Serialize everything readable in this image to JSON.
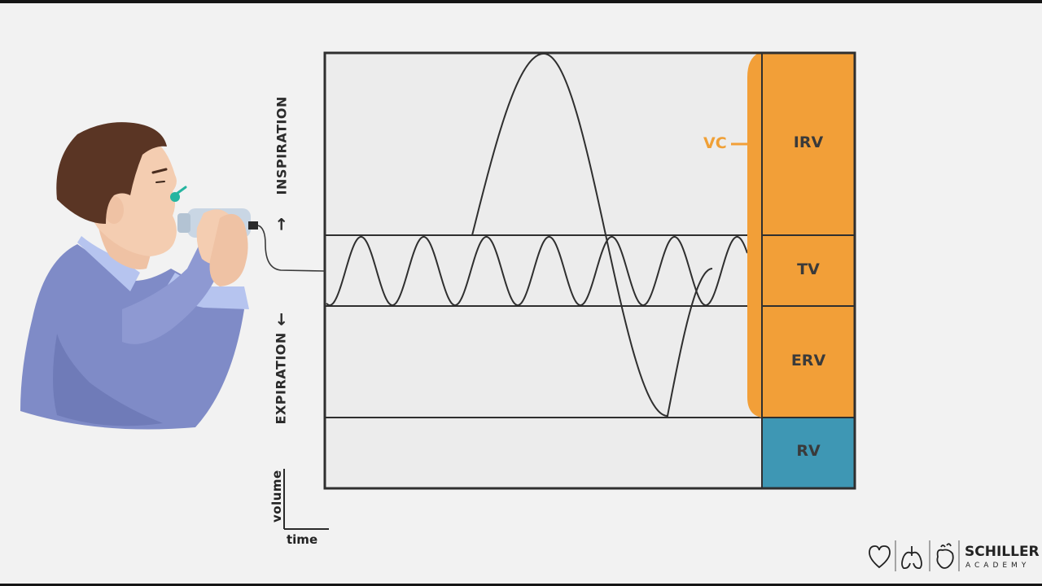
{
  "labels": {
    "inspiration": "INSPIRATION",
    "expiration": "EXPIRATION",
    "arrow_up": "→",
    "arrow_down": "←",
    "volume_axis": "volume",
    "time_axis": "time",
    "vc": "VC"
  },
  "volumes": {
    "irv": "IRV",
    "tv": "TV",
    "erv": "ERV",
    "rv": "RV"
  },
  "brand": {
    "name": "SCHILLER",
    "sub": "ACADEMY"
  },
  "colors": {
    "background": "#f2f2f2",
    "plot_background": "#ececec",
    "orange": "#f29f38",
    "teal": "#3e97b4",
    "line": "#2f2f2f",
    "shirt": "#7f8bc7",
    "collar": "#b6c4ef",
    "skin": "#f4cdb1",
    "hair": "#5a3524"
  },
  "icons": [
    "heart-icon",
    "lungs-icon",
    "anatomical-heart-icon"
  ]
}
